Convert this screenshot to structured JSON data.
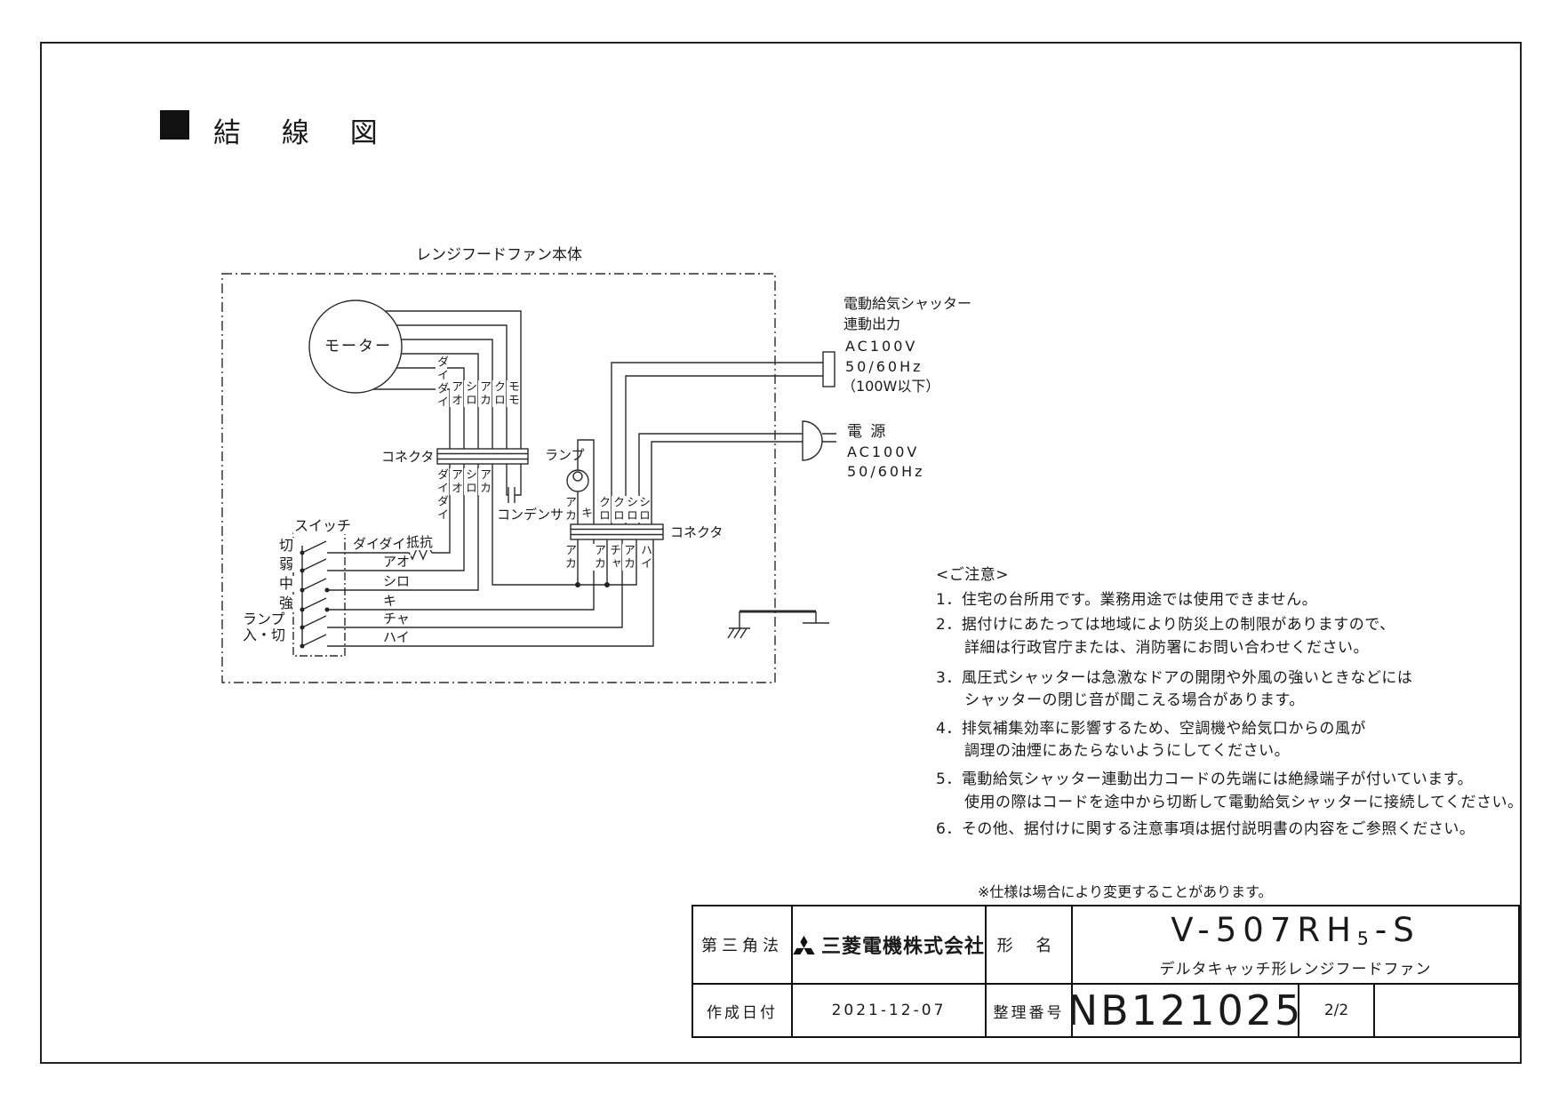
{
  "page": {
    "title": "結 線 図",
    "disclaimer": "※仕様は場合により変更することがあります。"
  },
  "diagram": {
    "enclosure_label": "レンジフードファン本体",
    "motor": "モーター",
    "connector1": "コネクタ",
    "connector2": "コネクタ",
    "condenser": "コンデンサ",
    "lamp": "ランプ",
    "switch": "スイッチ",
    "resistor": "抵抗",
    "switch_positions": [
      "切",
      "弱",
      "中",
      "強",
      "ランプ",
      "入・切"
    ],
    "switch_wires": [
      "ダイダイ",
      "アオ",
      "シロ",
      "キ",
      "チャ",
      "ハイ"
    ],
    "conn1_top": [
      "ダイダイ",
      "アオ",
      "シロ",
      "アカ",
      "クロ",
      "モモ"
    ],
    "conn1_bottom": [
      "ダイダイ",
      "アオ",
      "シロ",
      "アカ"
    ],
    "conn2_top": [
      "アカ",
      "キ",
      "クロ",
      "クロ",
      "シロ",
      "シロ"
    ],
    "conn2_bottom": [
      "アカ",
      "アカ",
      "チャ",
      "アカ",
      "ハイ"
    ],
    "shutter_output": {
      "line1": "電動給気シャッター",
      "line2": "連動出力",
      "line3": "AC100V",
      "line4": "50/60Hz",
      "line5": "（100W以下）"
    },
    "power": {
      "line1": "電 源",
      "line2": "AC100V",
      "line3": "50/60Hz"
    }
  },
  "notes": {
    "heading": "<ご注意>",
    "l1": "1．住宅の台所用です。業務用途では使用できません。",
    "l2": "2．据付けにあたっては地域により防災上の制限がありますので、",
    "l3": "詳細は行政官庁または、消防署にお問い合わせください。",
    "l4": "3．風圧式シャッターは急激なドアの開閉や外風の強いときなどには",
    "l5": "シャッターの閉じ音が聞こえる場合があります。",
    "l6": "4．排気補集効率に影響するため、空調機や給気口からの風が",
    "l7": "調理の油煙にあたらないようにしてください。",
    "l8": "5．電動給気シャッター連動出力コードの先端には絶縁端子が付いています。",
    "l9": "使用の際はコードを途中から切断して電動給気シャッターに接続してください。",
    "l10": "6．その他、据付けに関する注意事項は据付説明書の内容をご参照ください。"
  },
  "titleblock": {
    "projection": "第三角法",
    "company": "三菱電機株式会社",
    "model_label": "形 名",
    "model_part1": "V-507RH",
    "model_sub": "5",
    "model_part2": "-S",
    "product_name": "デルタキャッチ形レンジフードファン",
    "date_label": "作成日付",
    "date_value": "2021-12-07",
    "regno_label": "整理番号",
    "regno_value": "NB121025",
    "page_value": "2/2"
  }
}
